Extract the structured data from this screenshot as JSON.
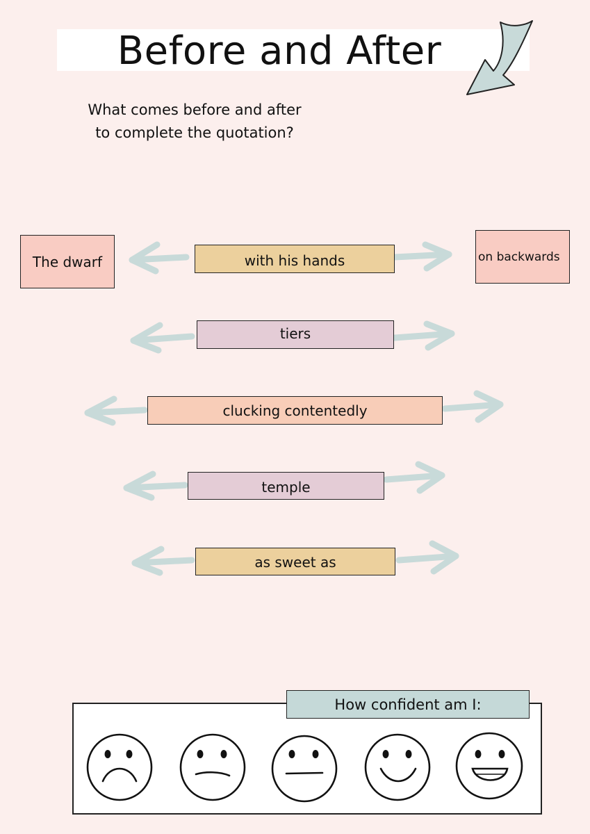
{
  "title": "Before and After",
  "instructions": {
    "line1": "What comes before and after",
    "line2": "to complete the quotation?"
  },
  "example": {
    "before": "The dwarf",
    "after": "on backwards"
  },
  "prompts": [
    {
      "text": "with his hands",
      "color": "#ecd09d"
    },
    {
      "text": "tiers",
      "color": "#e4ccd6"
    },
    {
      "text": "clucking contentedly",
      "color": "#f8cdb8"
    },
    {
      "text": "temple",
      "color": "#e4ccd6"
    },
    {
      "text": "as sweet as",
      "color": "#ecd09d"
    }
  ],
  "confidence": {
    "label": "How confident am I:",
    "faces": [
      "very-sad-face-icon",
      "sad-face-icon",
      "neutral-face-icon",
      "happy-face-icon",
      "very-happy-face-icon"
    ]
  },
  "colors": {
    "background": "#fcefed",
    "arrow": "#c8dad9",
    "example_box": "#f9ccc3",
    "label_box": "#c5d9d8"
  }
}
